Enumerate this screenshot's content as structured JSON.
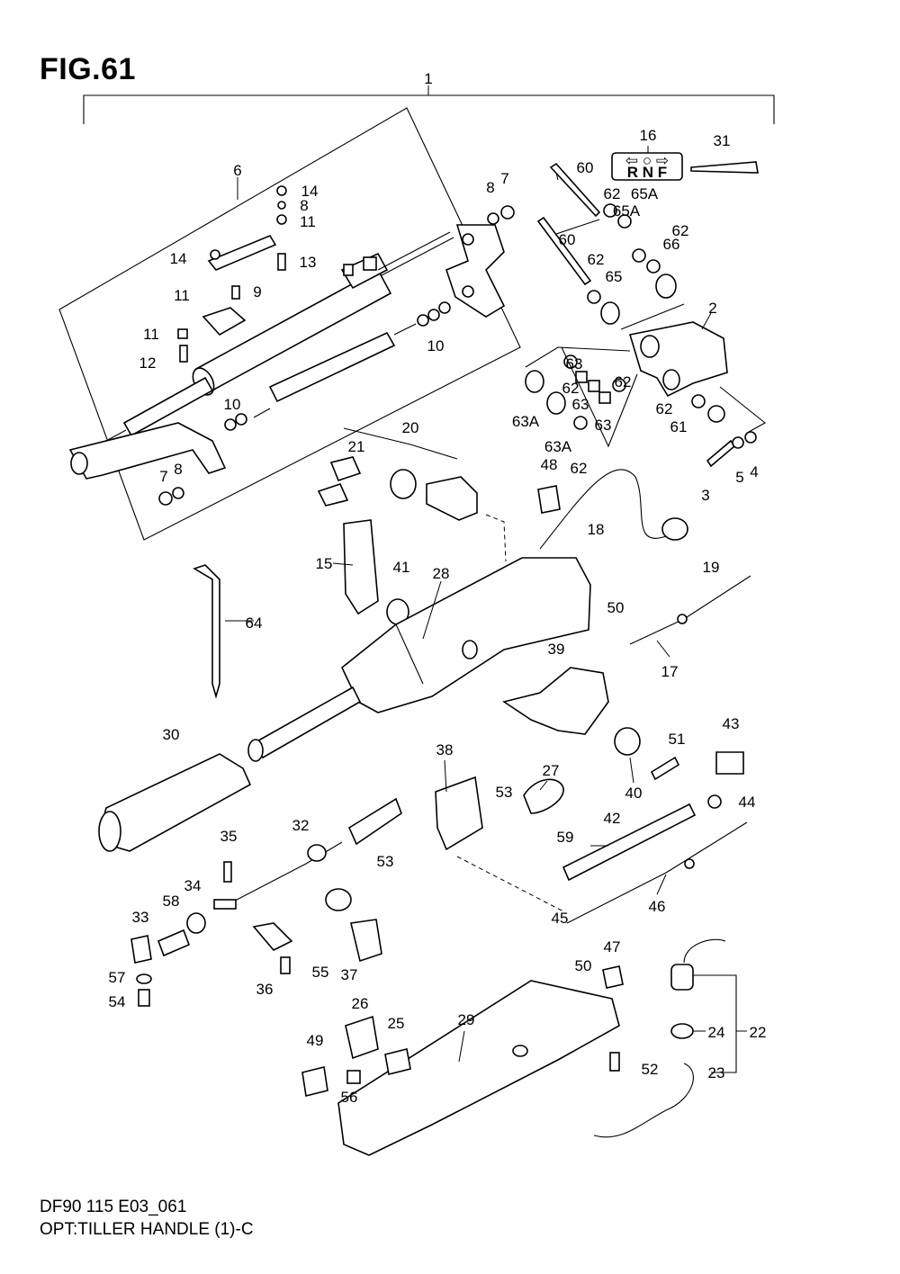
{
  "figure": {
    "title": "FIG.61"
  },
  "footer": {
    "model_code": "DF90 115 E03_061",
    "caption": "OPT:TILLER HANDLE (1)-C"
  },
  "shift_label": {
    "arrows": "⇦ ○ ⇨",
    "letters": "R N F"
  },
  "callouts": [
    {
      "name": "1",
      "text": "1"
    },
    {
      "name": "2",
      "text": "2"
    },
    {
      "name": "3",
      "text": "3"
    },
    {
      "name": "4",
      "text": "4"
    },
    {
      "name": "5",
      "text": "5"
    },
    {
      "name": "6",
      "text": "6"
    },
    {
      "name": "7a",
      "text": "7"
    },
    {
      "name": "7b",
      "text": "7"
    },
    {
      "name": "8a",
      "text": "8"
    },
    {
      "name": "8b",
      "text": "8"
    },
    {
      "name": "8c",
      "text": "8"
    },
    {
      "name": "9",
      "text": "9"
    },
    {
      "name": "10a",
      "text": "10"
    },
    {
      "name": "10b",
      "text": "10"
    },
    {
      "name": "11a",
      "text": "11"
    },
    {
      "name": "11b",
      "text": "11"
    },
    {
      "name": "11c",
      "text": "11"
    },
    {
      "name": "12",
      "text": "12"
    },
    {
      "name": "13",
      "text": "13"
    },
    {
      "name": "14a",
      "text": "14"
    },
    {
      "name": "14b",
      "text": "14"
    },
    {
      "name": "15",
      "text": "15"
    },
    {
      "name": "16",
      "text": "16"
    },
    {
      "name": "17",
      "text": "17"
    },
    {
      "name": "18",
      "text": "18"
    },
    {
      "name": "19",
      "text": "19"
    },
    {
      "name": "20",
      "text": "20"
    },
    {
      "name": "21",
      "text": "21"
    },
    {
      "name": "22",
      "text": "22"
    },
    {
      "name": "23",
      "text": "23"
    },
    {
      "name": "24",
      "text": "24"
    },
    {
      "name": "25",
      "text": "25"
    },
    {
      "name": "26",
      "text": "26"
    },
    {
      "name": "27",
      "text": "27"
    },
    {
      "name": "28",
      "text": "28"
    },
    {
      "name": "29",
      "text": "29"
    },
    {
      "name": "30",
      "text": "30"
    },
    {
      "name": "31",
      "text": "31"
    },
    {
      "name": "32",
      "text": "32"
    },
    {
      "name": "33",
      "text": "33"
    },
    {
      "name": "34",
      "text": "34"
    },
    {
      "name": "35",
      "text": "35"
    },
    {
      "name": "36",
      "text": "36"
    },
    {
      "name": "37",
      "text": "37"
    },
    {
      "name": "38",
      "text": "38"
    },
    {
      "name": "39",
      "text": "39"
    },
    {
      "name": "40",
      "text": "40"
    },
    {
      "name": "41",
      "text": "41"
    },
    {
      "name": "42",
      "text": "42"
    },
    {
      "name": "43",
      "text": "43"
    },
    {
      "name": "44",
      "text": "44"
    },
    {
      "name": "45",
      "text": "45"
    },
    {
      "name": "46",
      "text": "46"
    },
    {
      "name": "47",
      "text": "47"
    },
    {
      "name": "48",
      "text": "48"
    },
    {
      "name": "49",
      "text": "49"
    },
    {
      "name": "50a",
      "text": "50"
    },
    {
      "name": "50b",
      "text": "50"
    },
    {
      "name": "51",
      "text": "51"
    },
    {
      "name": "52",
      "text": "52"
    },
    {
      "name": "53a",
      "text": "53"
    },
    {
      "name": "53b",
      "text": "53"
    },
    {
      "name": "54",
      "text": "54"
    },
    {
      "name": "55",
      "text": "55"
    },
    {
      "name": "56",
      "text": "56"
    },
    {
      "name": "57",
      "text": "57"
    },
    {
      "name": "58",
      "text": "58"
    },
    {
      "name": "59",
      "text": "59"
    },
    {
      "name": "60a",
      "text": "60"
    },
    {
      "name": "60b",
      "text": "60"
    },
    {
      "name": "61",
      "text": "61"
    },
    {
      "name": "62a",
      "text": "62"
    },
    {
      "name": "62b",
      "text": "62"
    },
    {
      "name": "62c",
      "text": "62"
    },
    {
      "name": "62d",
      "text": "62"
    },
    {
      "name": "62e",
      "text": "62"
    },
    {
      "name": "62f",
      "text": "62"
    },
    {
      "name": "62g",
      "text": "62"
    },
    {
      "name": "63a",
      "text": "63"
    },
    {
      "name": "63b",
      "text": "63"
    },
    {
      "name": "63c",
      "text": "63"
    },
    {
      "name": "63Aa",
      "text": "63A"
    },
    {
      "name": "63Ab",
      "text": "63A"
    },
    {
      "name": "64",
      "text": "64"
    },
    {
      "name": "65",
      "text": "65"
    },
    {
      "name": "65Aa",
      "text": "65A"
    },
    {
      "name": "65Ab",
      "text": "65A"
    },
    {
      "name": "66",
      "text": "66"
    }
  ]
}
